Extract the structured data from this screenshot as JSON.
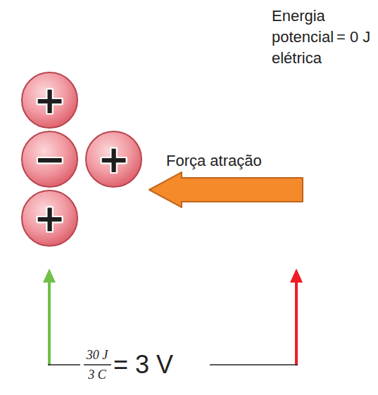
{
  "diagram": {
    "nodes": [
      {
        "text": [
          "+"
        ]
      },
      {
        "text": [
          "−"
        ]
      },
      {
        "text": [
          "+"
        ]
      },
      {
        "text": [
          "+"
        ]
      }
    ],
    "labels": [
      "Energia potencial elétrica",
      "= 0 J",
      "Força atração",
      "30 J",
      "3 C",
      "= 3 V"
    ]
  }
}
